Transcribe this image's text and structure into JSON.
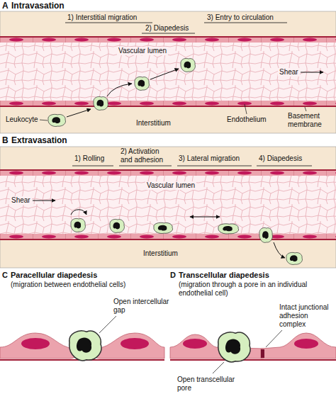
{
  "diagram": {
    "labels": [
      "A",
      "Intravasation",
      "1) Interstitial migration",
      "2) Diapedesis",
      "3) Entry to circulation",
      "Vascular lumen",
      "Shear",
      "Leukocyte",
      "Endothelium",
      "Basement membrane",
      "Interstitium",
      "B",
      "Extravasation",
      "1) Rolling",
      "2) Activation and adhesion",
      "3) Lateral migration",
      "4) Diapedesis",
      "Shear",
      "Vascular lumen",
      "Interstitium",
      "C",
      "Paracellular diapedesis",
      "(migration between endothelial cells)",
      "D",
      "Transcellular diapedesis",
      "(migration through a pore in an individual endothelial cell)",
      "Open intercellular gap",
      "Intact junctional adhesion complex",
      "Open transcellular pore"
    ]
  }
}
